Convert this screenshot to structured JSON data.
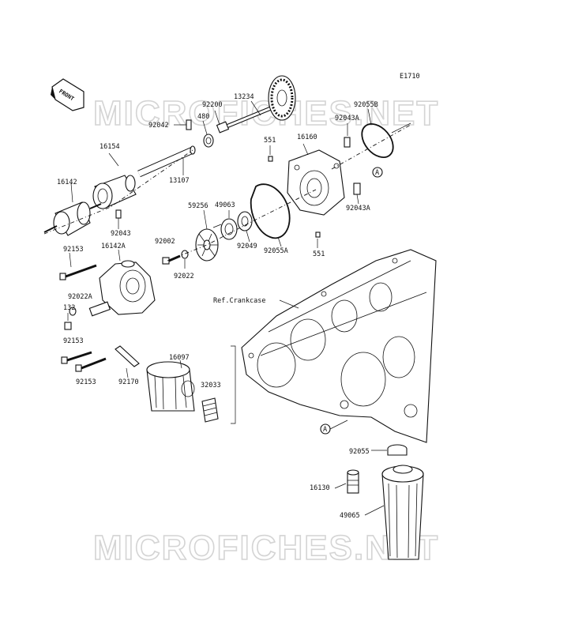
{
  "diagram": {
    "code": "E1710",
    "front_label": "FRONT",
    "watermark": "MICROFICHES.NET",
    "ref_label": "Ref.Crankcase",
    "ref_marker": "A",
    "parts": {
      "p13234": "13234",
      "p92200": "92200",
      "p480": "480",
      "p92042": "92042",
      "p16154": "16154",
      "p13107": "13107",
      "p16142": "16142",
      "p92043": "92043",
      "p92055B": "92055B",
      "p92043A_top": "92043A",
      "p551_top": "551",
      "p16160": "16160",
      "p92043A_low": "92043A",
      "p49063": "49063",
      "p59256": "59256",
      "p92002": "92002",
      "p92022": "92022",
      "p92049": "92049",
      "p92055A": "92055A",
      "p551_low": "551",
      "p92153_a": "92153",
      "p16142A": "16142A",
      "p92022A": "92022A",
      "p132": "132",
      "p92153_b": "92153",
      "p92153_c": "92153",
      "p92170": "92170",
      "p16097": "16097",
      "p32033": "32033",
      "p92055": "92055",
      "p16130": "16130",
      "p49065": "49065"
    }
  }
}
